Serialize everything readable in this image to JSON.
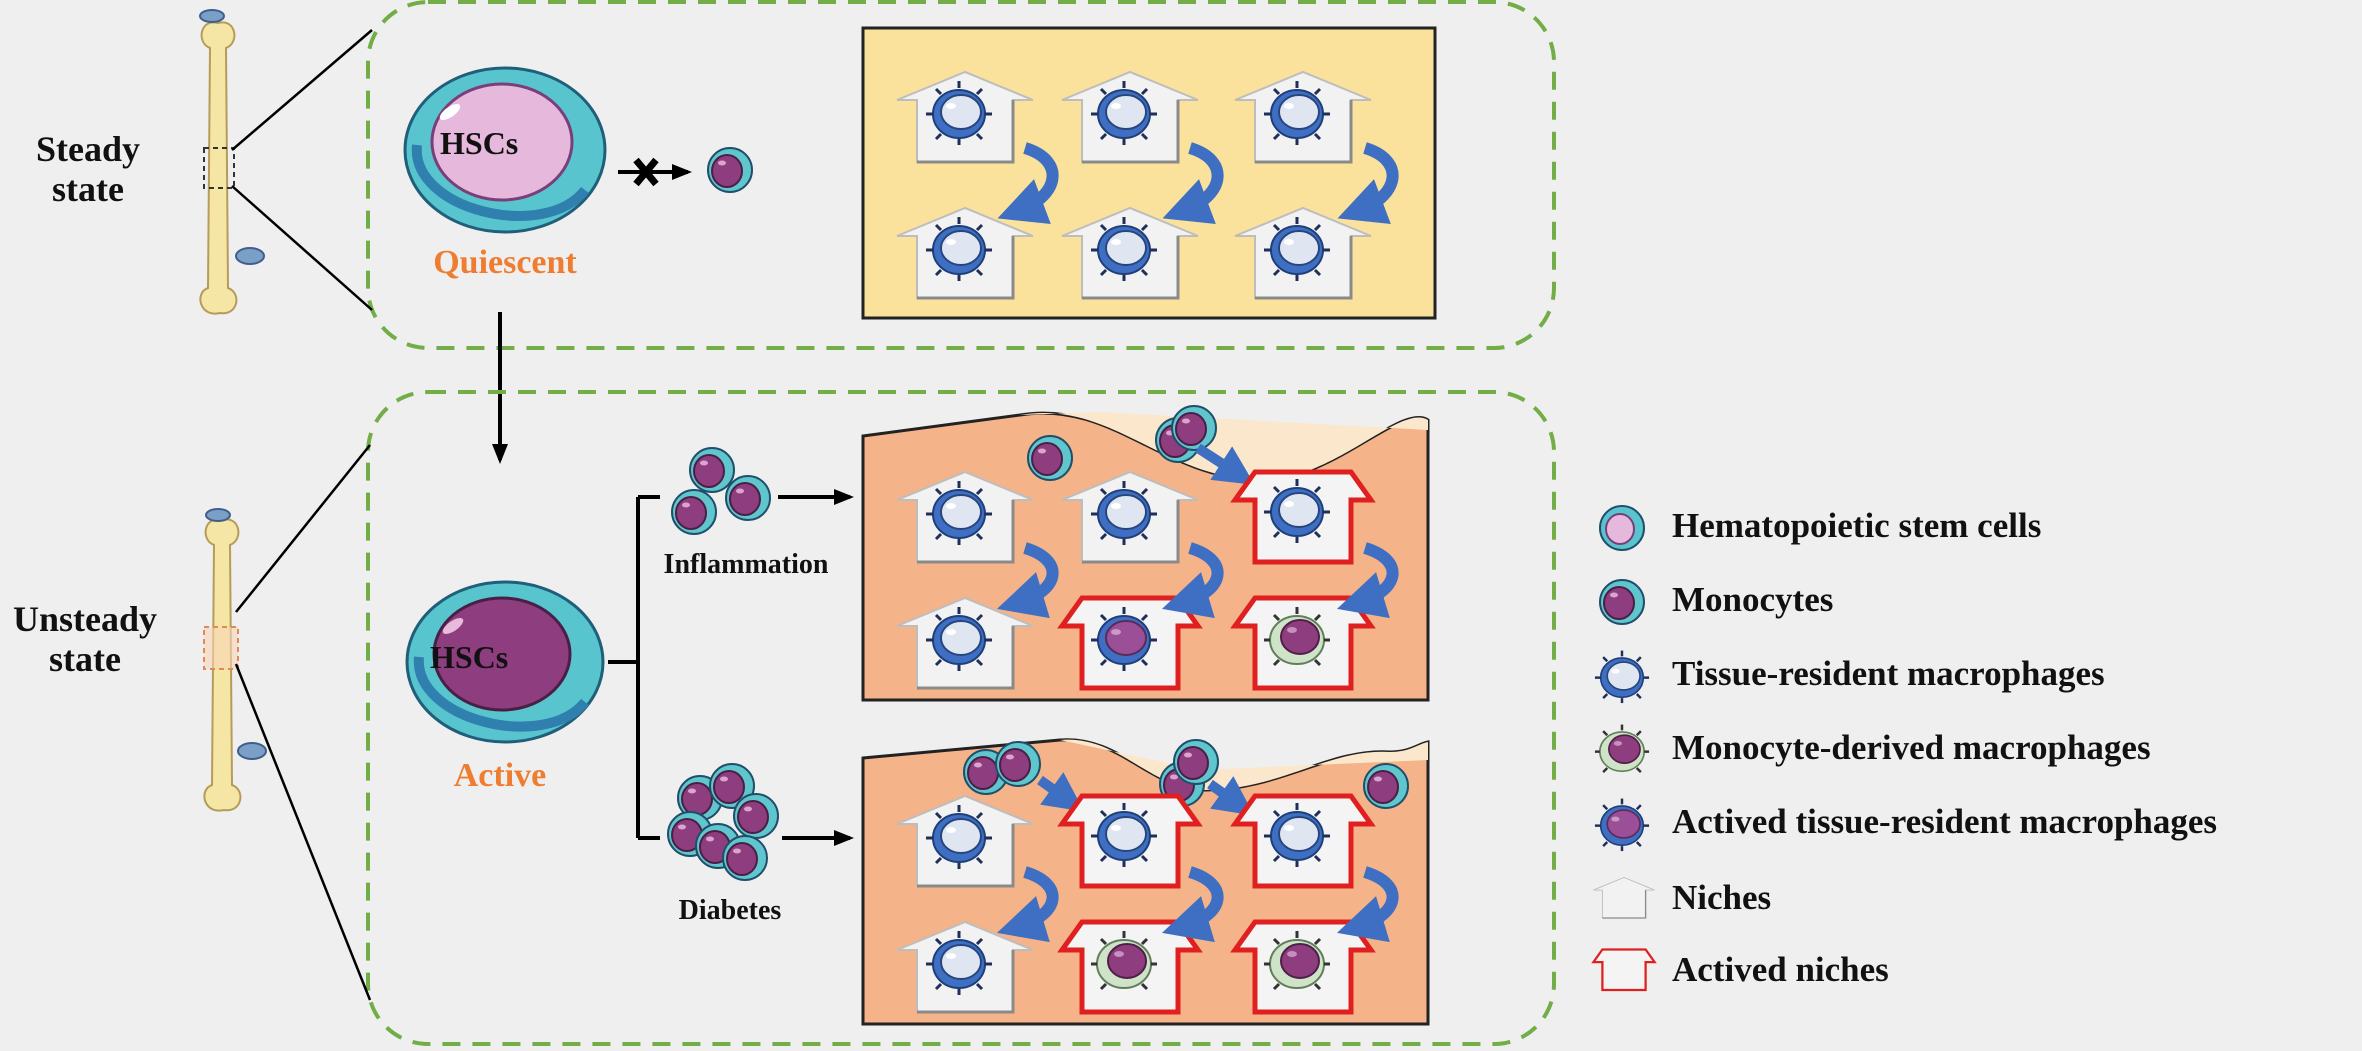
{
  "states": {
    "steady_label": "Steady state",
    "unsteady_label": "Unsteady state"
  },
  "hsc": {
    "cell_text": "HSCs",
    "quiescent_label": "Quiescent",
    "active_label": "Active"
  },
  "conditions": {
    "inflammation_label": "Inflammation",
    "diabetes_label": "Diabetes"
  },
  "legend": {
    "items": [
      {
        "label": "Hematopoietic stem cells",
        "icon": "hsc-icon"
      },
      {
        "label": "Monocytes",
        "icon": "monocyte-icon"
      },
      {
        "label": "Tissue-resident macrophages",
        "icon": "tissue-macrophage-icon"
      },
      {
        "label": "Monocyte-derived macrophages",
        "icon": "mono-derived-macrophage-icon"
      },
      {
        "label": "Actived tissue-resident macrophages",
        "icon": "activated-macrophage-icon"
      },
      {
        "label": "Niches",
        "icon": "niche-icon"
      },
      {
        "label": "Actived niches",
        "icon": "activated-niche-icon"
      }
    ]
  },
  "colors": {
    "dashed_border": "#72ad47",
    "steady_panel": "#fae29c",
    "unsteady_panel": "#f5b38a",
    "label_orange": "#ee7d31",
    "arrow_blue": "#3f6fc2",
    "activated_niche": "#e02020",
    "hsc_teal": "#58c4ce",
    "nucleus_purple": "#8e3d7f"
  }
}
